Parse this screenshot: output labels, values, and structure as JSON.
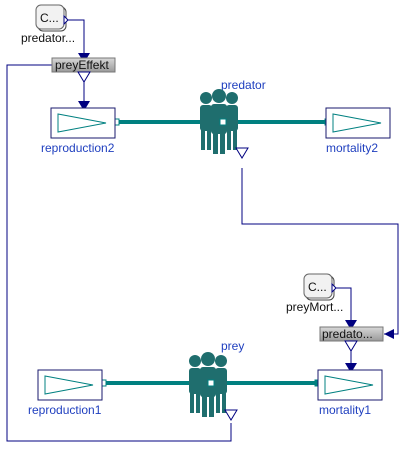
{
  "blocks": {
    "const_top": {
      "symbol": "C...",
      "label": "predator..."
    },
    "gain_top": {
      "label": "preyEffekt"
    },
    "reproduction2": {
      "label": "reproduction2"
    },
    "mortality2": {
      "label": "mortality2"
    },
    "predator": {
      "label": "predator"
    },
    "const_bottom": {
      "symbol": "C...",
      "label": "preyMort..."
    },
    "gain_bottom": {
      "label": "predato..."
    },
    "reproduction1": {
      "label": "reproduction1"
    },
    "mortality1": {
      "label": "mortality1"
    },
    "prey": {
      "label": "prey"
    }
  },
  "colors": {
    "wire": "#000080",
    "flow": "#008080",
    "label_blue": "#1f3fbf",
    "population_icon": "#1f6e6e"
  }
}
